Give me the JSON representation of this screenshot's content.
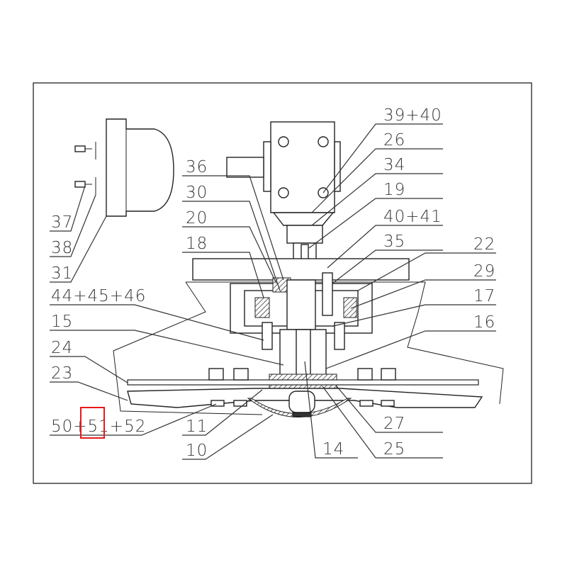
{
  "diagram": {
    "labels": [
      "39+40",
      "26",
      "34",
      "19",
      "40+41",
      "35",
      "22",
      "29",
      "17",
      "16",
      "27",
      "25",
      "14",
      "36",
      "30",
      "20",
      "18",
      "44+45+46",
      "15",
      "24",
      "23",
      "50+51+52",
      "11",
      "10",
      "37",
      "38",
      "31"
    ],
    "highlight": {
      "text": "51",
      "color": "#e8191b"
    }
  }
}
